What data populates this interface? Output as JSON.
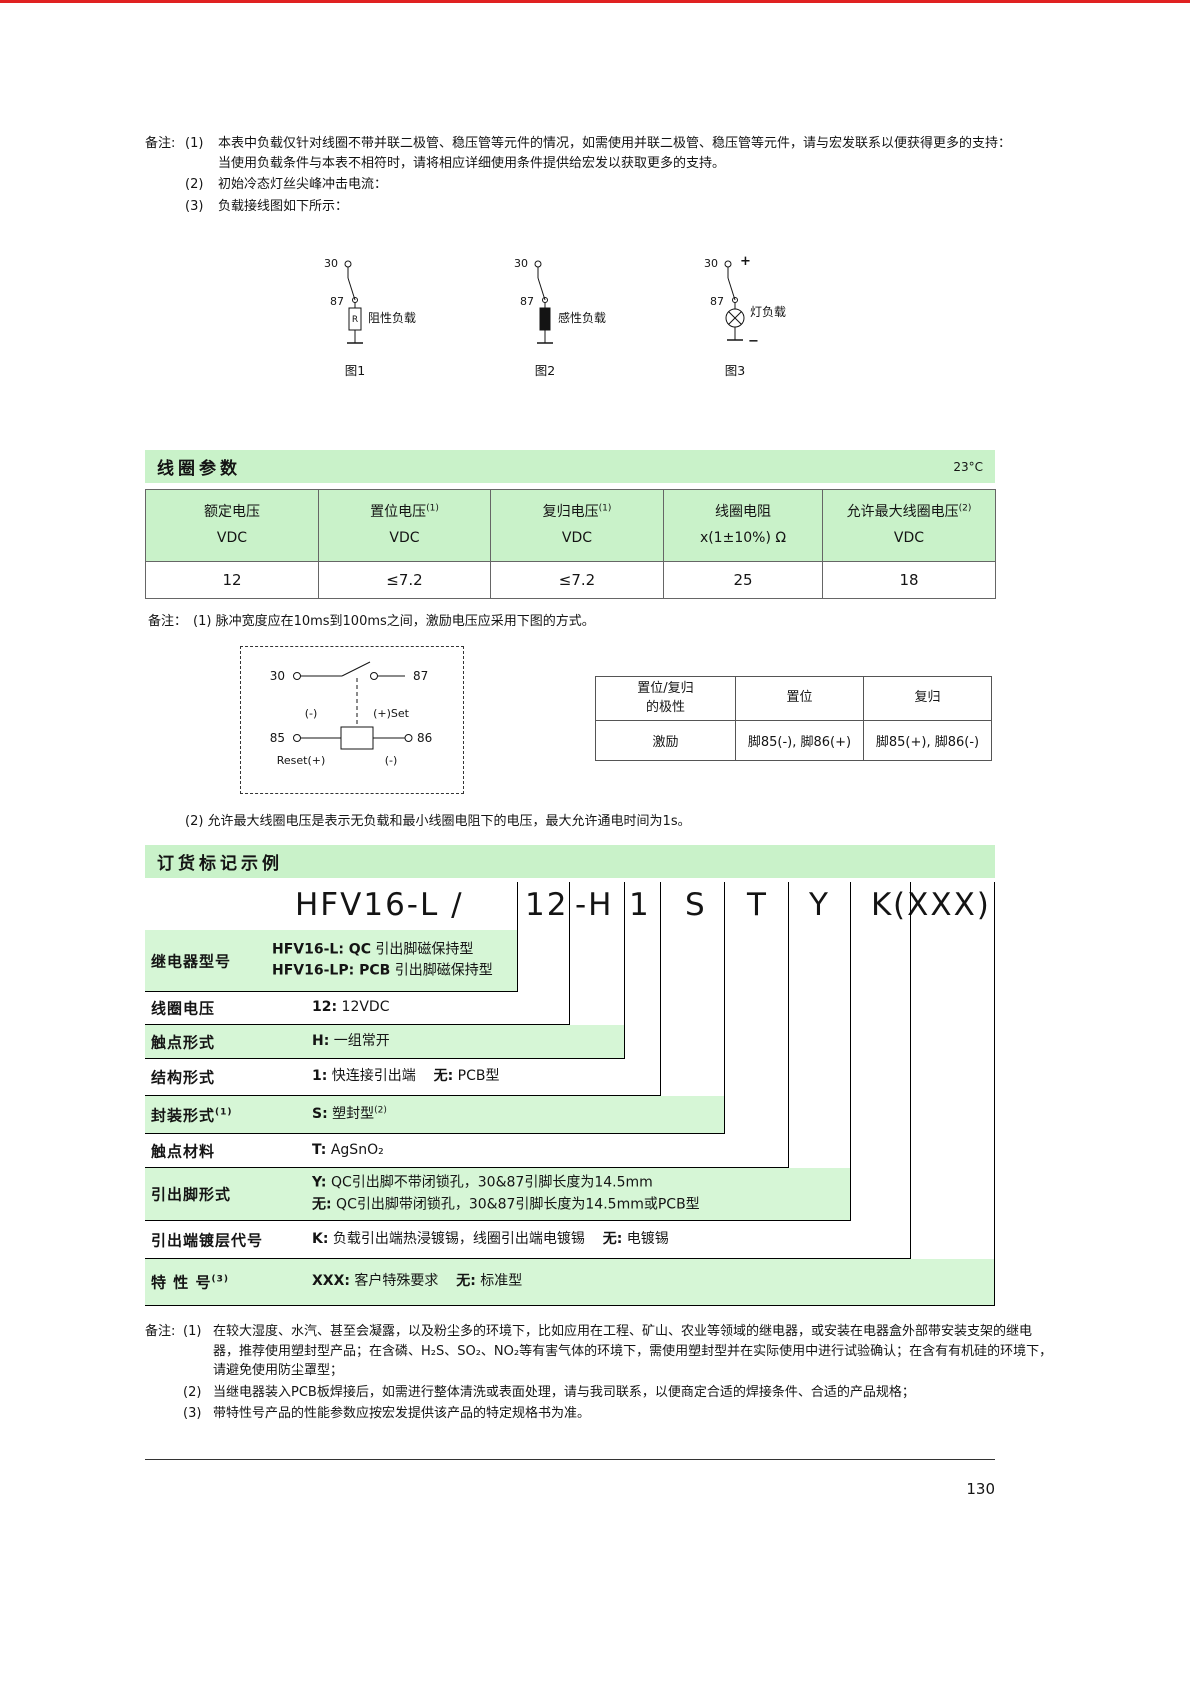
{
  "colors": {
    "section_green": "#c9f2c9",
    "row_green": "#d6f6d6",
    "top_rule_red": "#e02121"
  },
  "page_number": "130",
  "top_note": {
    "label": "备注:",
    "items": [
      {
        "num": "(1)",
        "lines": [
          "本表中负载仅针对线圈不带并联二极管、稳压管等元件的情况，如需使用并联二极管、稳压管等元件，请与宏发联系以便获得更多的支持：",
          "当使用负载条件与本表不相符时，请将相应详细使用条件提供给宏发以获取更多的支持。"
        ]
      },
      {
        "num": "(2)",
        "lines": [
          "初始冷态灯丝尖峰冲击电流："
        ]
      },
      {
        "num": "(3)",
        "lines": [
          "负载接线图如下所示："
        ]
      }
    ]
  },
  "load_diagrams": {
    "items": [
      {
        "pin_top": "30",
        "pin_mid": "87",
        "component": "R",
        "label": "阻性负载",
        "caption": "图1"
      },
      {
        "pin_top": "30",
        "pin_mid": "87",
        "label": "感性负载",
        "caption": "图2"
      },
      {
        "pin_top": "30",
        "pin_mid": "87",
        "label": "灯负载",
        "caption": "图3",
        "plus": "+",
        "minus": "−"
      }
    ]
  },
  "coil_section": {
    "title": "线圈参数",
    "temperature": "23°C",
    "table": {
      "headers": [
        {
          "t": "额定电压",
          "sup": "",
          "u": "VDC"
        },
        {
          "t": "置位电压",
          "sup": "(1)",
          "u": "VDC"
        },
        {
          "t": "复归电压",
          "sup": "(1)",
          "u": "VDC"
        },
        {
          "t": "线圈电阻",
          "sup": "",
          "u": "x(1±10%) Ω"
        },
        {
          "t": "允许最大线圈电压",
          "sup": "(2)",
          "u": "VDC"
        }
      ],
      "values": [
        "12",
        "≤7.2",
        "≤7.2",
        "25",
        "18"
      ]
    },
    "note1_label": "备注：",
    "note1": "(1) 脉冲宽度应在10ms到100ms之间，激励电压应采用下图的方式。",
    "pulse_diagram": {
      "pin_30": "30",
      "pin_87": "87",
      "pin_85": "85",
      "pin_86": "86",
      "minus_top": "(-)",
      "set": "(+)Set",
      "reset": "Reset(+)",
      "minus_bottom": "(-)"
    },
    "polarity_table": {
      "col1_header_line1": "置位/复归",
      "col1_header_line2": "的极性",
      "col2_header": "置位",
      "col3_header": "复归",
      "row_label": "激励",
      "set_value": "脚85(-), 脚86(+)",
      "reset_value": "脚85(+), 脚86(-)"
    },
    "note2": "(2) 允许最大线圈电压是表示无负载和最小线圈电阻下的电压，最大允许通电时间为1s。"
  },
  "ordering_section": {
    "title": "订货标记示例",
    "code_segments": [
      "HFV16-L /",
      "12",
      "-H",
      "1",
      "S",
      "T",
      "Y",
      "K",
      "(XXX)"
    ],
    "rows": [
      {
        "label": "继电器型号",
        "sup": "",
        "green": true,
        "lines": [
          [
            {
              "b": "HFV16-L: QC"
            },
            {
              "t": " 引出脚磁保持型"
            }
          ],
          [
            {
              "b": "HFV16-LP: PCB"
            },
            {
              "t": " 引出脚磁保持型"
            }
          ]
        ]
      },
      {
        "label": "线圈电压",
        "sup": "",
        "green": false,
        "lines": [
          [
            {
              "b": "12:"
            },
            {
              "t": " 12VDC"
            }
          ]
        ]
      },
      {
        "label": "触点形式",
        "sup": "",
        "green": true,
        "lines": [
          [
            {
              "b": "H:"
            },
            {
              "t": " 一组常开"
            }
          ]
        ]
      },
      {
        "label": "结构形式",
        "sup": "",
        "green": false,
        "lines": [
          [
            {
              "b": "1:"
            },
            {
              "t": " 快连接引出端    "
            },
            {
              "b": "无:"
            },
            {
              "t": " PCB型"
            }
          ]
        ]
      },
      {
        "label": "封装形式",
        "sup": "(1)",
        "green": true,
        "lines": [
          [
            {
              "b": "S:"
            },
            {
              "t": " 塑封型"
            },
            {
              "s": "(2)"
            }
          ]
        ]
      },
      {
        "label": "触点材料",
        "sup": "",
        "green": false,
        "lines": [
          [
            {
              "b": "T:"
            },
            {
              "t": " AgSnO₂"
            }
          ]
        ]
      },
      {
        "label": "引出脚形式",
        "sup": "",
        "green": true,
        "lines": [
          [
            {
              "b": "Y:"
            },
            {
              "t": " QC引出脚不带闭锁孔，30&87引脚长度为14.5mm"
            }
          ],
          [
            {
              "b": "无:"
            },
            {
              "t": " QC引出脚带闭锁孔，30&87引脚长度为14.5mm或PCB型"
            }
          ]
        ]
      },
      {
        "label": "引出端镀层代号",
        "sup": "",
        "green": false,
        "lines": [
          [
            {
              "b": "K:"
            },
            {
              "t": " 负载引出端热浸镀锡，线圈引出端电镀锡    "
            },
            {
              "b": "无:"
            },
            {
              "t": " 电镀锡"
            }
          ]
        ]
      },
      {
        "label": "特 性 号",
        "sup": "(3)",
        "green": true,
        "lines": [
          [
            {
              "b": "XXX:"
            },
            {
              "t": " 客户特殊要求    "
            },
            {
              "b": "无:"
            },
            {
              "t": " 标准型"
            }
          ]
        ]
      }
    ]
  },
  "bottom_note": {
    "label": "备注:",
    "items": [
      {
        "num": "(1)",
        "text": "在较大湿度、水汽、甚至会凝露，以及粉尘多的环境下，比如应用在工程、矿山、农业等领域的继电器，或安装在电器盒外部带安装支架的继电器，推荐使用塑封型产品；在含磷、H₂S、SO₂、NO₂等有害气体的环境下，需使用塑封型并在实际使用中进行试验确认；在含有有机硅的环境下，请避免使用防尘罩型；"
      },
      {
        "num": "(2)",
        "text": "当继电器装入PCB板焊接后，如需进行整体清洗或表面处理，请与我司联系，以便商定合适的焊接条件、合适的产品规格；"
      },
      {
        "num": "(3)",
        "text": "带特性号产品的性能参数应按宏发提供该产品的特定规格书为准。"
      }
    ]
  }
}
